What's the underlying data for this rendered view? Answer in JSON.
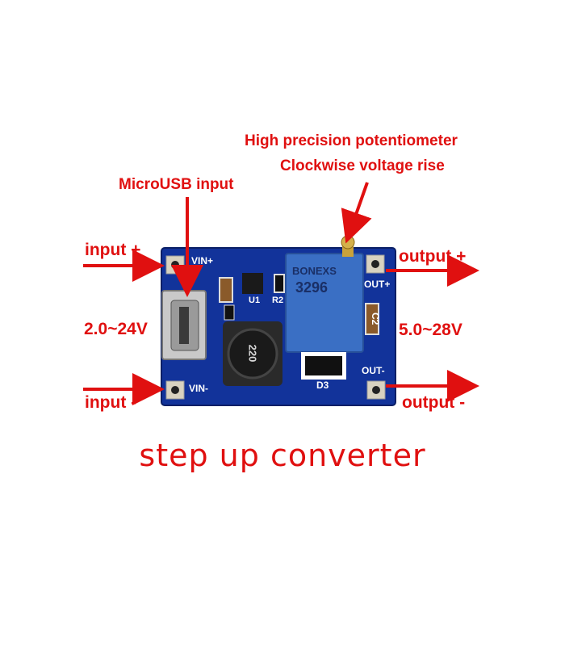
{
  "annotations": {
    "pot_title": "High precision potentiometer",
    "pot_subtitle": "Clockwise voltage rise",
    "usb": "MicroUSB input",
    "input_plus": "input +",
    "input_minus": "input -",
    "input_range": "2.0~24V",
    "output_plus": "output +",
    "output_minus": "output -",
    "output_range": "5.0~28V"
  },
  "silkscreen": {
    "vin_plus": "VIN+",
    "vin_minus": "VIN-",
    "out_plus": "OUT+",
    "out_minus": "OUT-",
    "u1": "U1",
    "r2": "R2",
    "c2": "C2",
    "d3": "D3",
    "inductor": "220",
    "pot_brand": "BONEXS",
    "pot_model": "3296"
  },
  "caption": "step up converter",
  "colors": {
    "annotation": "#e01010",
    "pcb": "#12339a",
    "pot": "#3a6fc4"
  }
}
